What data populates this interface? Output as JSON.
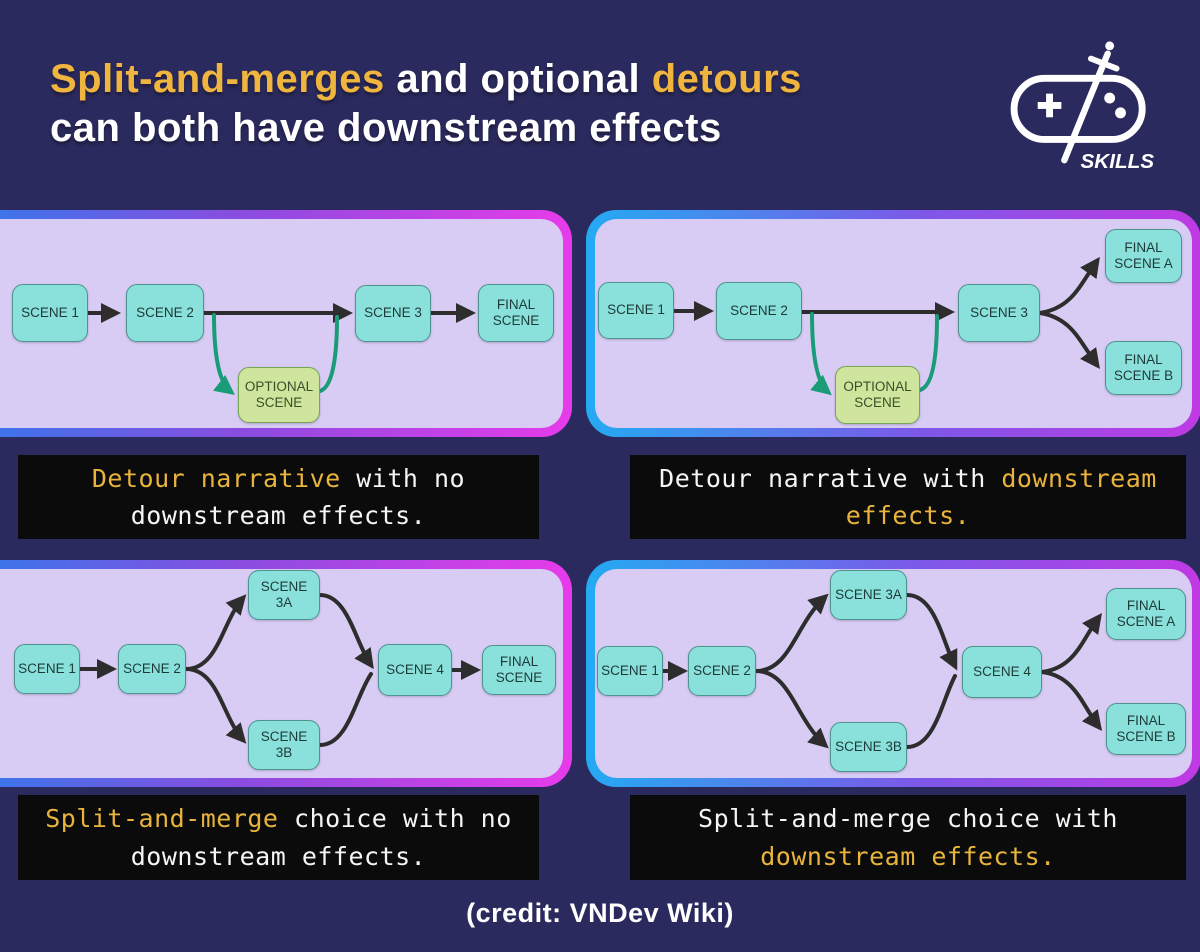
{
  "header": {
    "title": {
      "hl1": "Split-and-merges",
      "mid": " and optional ",
      "hl2": "detours",
      "line2": "can both have downstream effects"
    },
    "accent_color": "#f0b53e",
    "logo_text": "SKILLS"
  },
  "diagrams": {
    "detour_no": {
      "scene1": "SCENE 1",
      "scene2": "SCENE 2",
      "scene3": "SCENE 3",
      "final": "FINAL SCENE",
      "optional": "OPTIONAL SCENE"
    },
    "detour_down": {
      "scene1": "SCENE 1",
      "scene2": "SCENE 2",
      "scene3": "SCENE 3",
      "final_a": "FINAL SCENE A",
      "final_b": "FINAL SCENE B",
      "optional": "OPTIONAL SCENE"
    },
    "split_no": {
      "scene1": "SCENE 1",
      "scene2": "SCENE 2",
      "scene3a": "SCENE 3A",
      "scene3b": "SCENE 3B",
      "scene4": "SCENE 4",
      "final": "FINAL SCENE"
    },
    "split_down": {
      "scene1": "SCENE 1",
      "scene2": "SCENE 2",
      "scene3a": "SCENE 3A",
      "scene3b": "SCENE 3B",
      "scene4": "SCENE 4",
      "final_a": "FINAL SCENE A",
      "final_b": "FINAL SCENE B"
    }
  },
  "captions": {
    "detour_no": {
      "highlight": "Detour narrative",
      "rest": " with no downstream effects."
    },
    "detour_down": {
      "pre": "Detour narrative with ",
      "highlight": "downstream effects."
    },
    "split_no": {
      "highlight": "Split-and-merge",
      "rest": " choice with no downstream effects."
    },
    "split_down": {
      "pre": "Split-and-merge choice with ",
      "highlight": "downstream effects."
    }
  },
  "colors": {
    "background": "#2b2a5e",
    "panel_fill": "#d8ccf4",
    "caption_highlight": "#e9b43c",
    "node_fill": "#8ae1db",
    "optional_fill": "#cfe49c",
    "detour_arrow": "#199c77",
    "flow_arrow": "#2d2d2d"
  },
  "footer": {
    "credit": "(credit: VNDev Wiki)"
  }
}
